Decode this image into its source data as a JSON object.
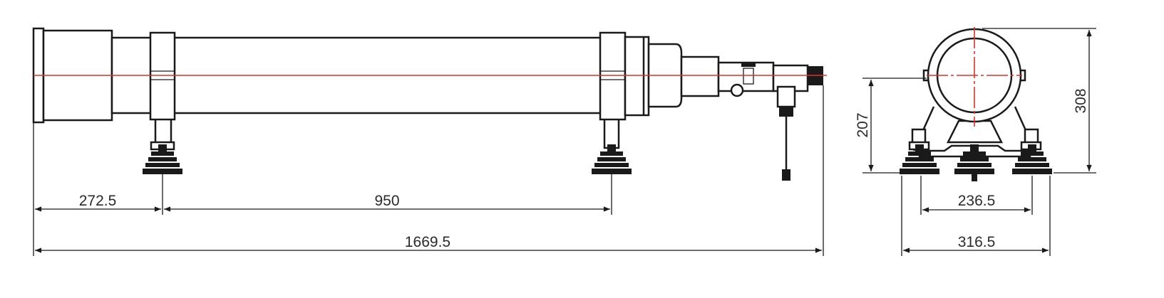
{
  "drawing": {
    "dimensions": {
      "left_offset": "272.5",
      "support_spacing": "950",
      "overall_length": "1669.5",
      "center_height": "207",
      "overall_height": "308",
      "inner_foot_spacing": "236.5",
      "outer_foot_spacing": "316.5"
    },
    "colors": {
      "line": "#1a1a1a",
      "centerline": "#e0302a"
    }
  }
}
